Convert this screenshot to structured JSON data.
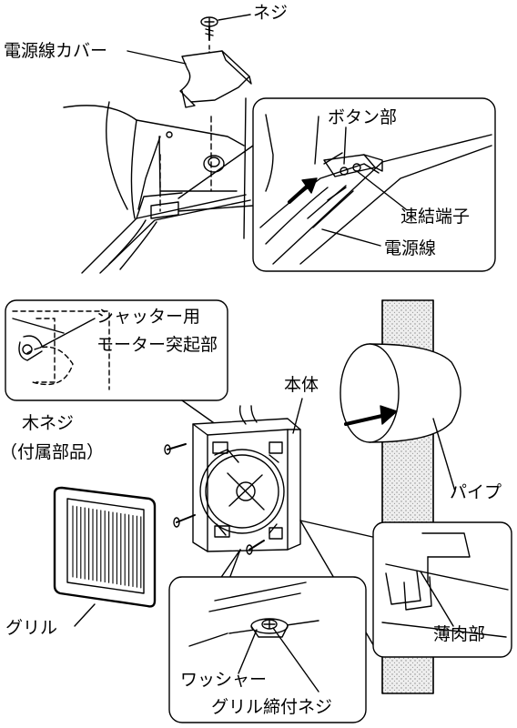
{
  "labels": {
    "screw": "ネジ",
    "power_cord_cover": "電源線カバー",
    "button_part": "ボタン部",
    "quick_terminal": "速結端子",
    "power_cord": "電源線",
    "shutter_motor_line1": "シャッター用",
    "shutter_motor_line2": "モーター突起部",
    "body": "本体",
    "wood_screw_line1": "木ネジ",
    "wood_screw_line2": "（付属部品）",
    "pipe": "パイプ",
    "grille": "グリル",
    "thin_part": "薄肉部",
    "washer": "ワッシャー",
    "grille_screw": "グリル締付ネジ"
  },
  "colors": {
    "ink": "#000000",
    "paper": "#ffffff",
    "wall_texture": "#d8d8d8"
  },
  "icons": [
    "screw-icon",
    "arrow-icon"
  ]
}
